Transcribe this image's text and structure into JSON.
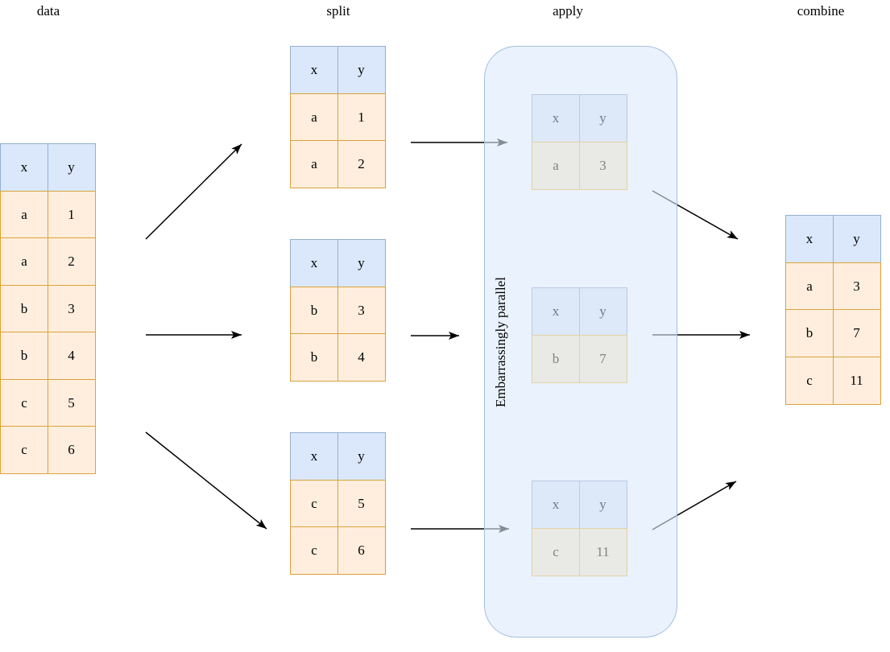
{
  "labels": {
    "data": "data",
    "split": "split",
    "apply": "apply",
    "combine": "combine"
  },
  "apply_container": {
    "label": "Embarrassingly parallel"
  },
  "tables": {
    "data": {
      "header": [
        "x",
        "y"
      ],
      "rows": [
        [
          "a",
          "1"
        ],
        [
          "a",
          "2"
        ],
        [
          "b",
          "3"
        ],
        [
          "b",
          "4"
        ],
        [
          "c",
          "5"
        ],
        [
          "c",
          "6"
        ]
      ]
    },
    "split": [
      {
        "header": [
          "x",
          "y"
        ],
        "rows": [
          [
            "a",
            "1"
          ],
          [
            "a",
            "2"
          ]
        ]
      },
      {
        "header": [
          "x",
          "y"
        ],
        "rows": [
          [
            "b",
            "3"
          ],
          [
            "b",
            "4"
          ]
        ]
      },
      {
        "header": [
          "x",
          "y"
        ],
        "rows": [
          [
            "c",
            "5"
          ],
          [
            "c",
            "6"
          ]
        ]
      }
    ],
    "apply": [
      {
        "header": [
          "x",
          "y"
        ],
        "rows": [
          [
            "a",
            "3"
          ]
        ]
      },
      {
        "header": [
          "x",
          "y"
        ],
        "rows": [
          [
            "b",
            "7"
          ]
        ]
      },
      {
        "header": [
          "x",
          "y"
        ],
        "rows": [
          [
            "c",
            "11"
          ]
        ]
      }
    ],
    "combine": {
      "header": [
        "x",
        "y"
      ],
      "rows": [
        [
          "a",
          "3"
        ],
        [
          "b",
          "7"
        ],
        [
          "c",
          "11"
        ]
      ]
    }
  },
  "colors": {
    "blue-fill": "#dbe8fb",
    "blue-stroke": "#95afd2",
    "orange-fill": "#ffeedd",
    "orange-stroke": "#d8a33c",
    "container-stroke": "#a4bfe0",
    "apply-head-fill": "#dde9f8",
    "apply-head-stroke": "#b9cae4",
    "apply-head-text": "#757a82",
    "apply-body-fill": "#e9e9e6",
    "apply-body-stroke": "#e3d2a3",
    "apply-body-text": "#808184",
    "arrow-color": "#000000"
  }
}
